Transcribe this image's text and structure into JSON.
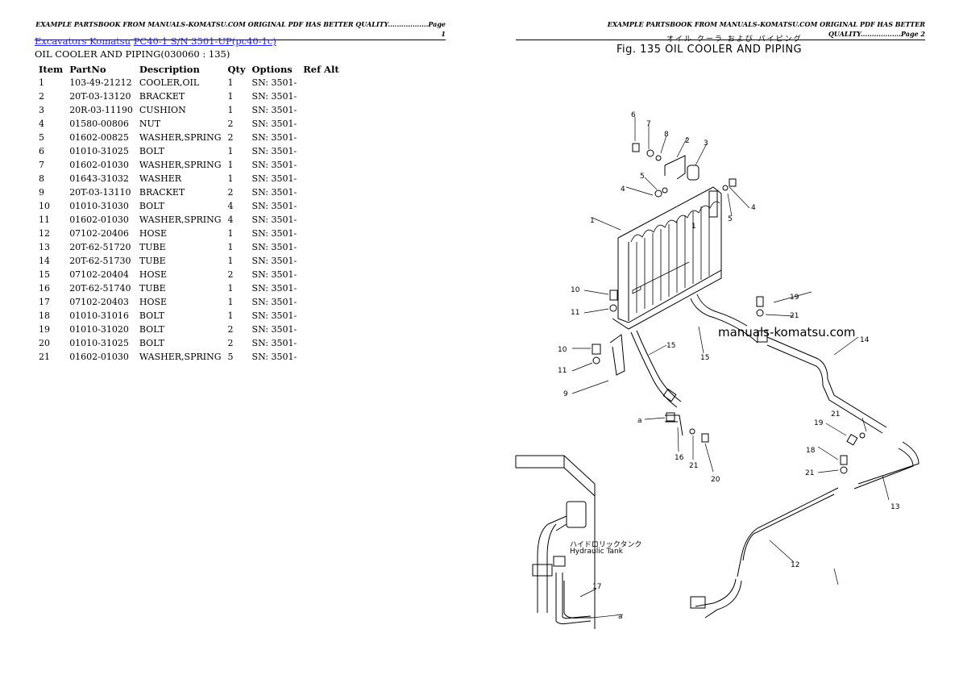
{
  "left_page": {
    "header": "EXAMPLE PARTSBOOK FROM MANUALS-KOMATSU.COM ORIGINAL PDF HAS BETTER QUALITY..................Page 1",
    "breadcrumb": {
      "category": "Excavators Komatsu",
      "model": "PC40-1 S/N 3501-UP(pc40-1c)"
    },
    "section_title": "OIL COOLER AND PIPING(030060 : 135)",
    "columns": [
      "Item",
      "PartNo",
      "Description",
      "Qty",
      "Options",
      "Ref Alt"
    ],
    "rows": [
      [
        "1",
        "103-49-21212",
        "COOLER,OIL",
        "1",
        "SN: 3501-",
        ""
      ],
      [
        "2",
        "20T-03-13120",
        "BRACKET",
        "1",
        "SN: 3501-",
        ""
      ],
      [
        "3",
        "20R-03-11190",
        "CUSHION",
        "1",
        "SN: 3501-",
        ""
      ],
      [
        "4",
        "01580-00806",
        "NUT",
        "2",
        "SN: 3501-",
        ""
      ],
      [
        "5",
        "01602-00825",
        "WASHER,SPRING",
        "2",
        "SN: 3501-",
        ""
      ],
      [
        "6",
        "01010-31025",
        "BOLT",
        "1",
        "SN: 3501-",
        ""
      ],
      [
        "7",
        "01602-01030",
        "WASHER,SPRING",
        "1",
        "SN: 3501-",
        ""
      ],
      [
        "8",
        "01643-31032",
        "WASHER",
        "1",
        "SN: 3501-",
        ""
      ],
      [
        "9",
        "20T-03-13110",
        "BRACKET",
        "2",
        "SN: 3501-",
        ""
      ],
      [
        "10",
        "01010-31030",
        "BOLT",
        "4",
        "SN: 3501-",
        ""
      ],
      [
        "11",
        "01602-01030",
        "WASHER,SPRING",
        "4",
        "SN: 3501-",
        ""
      ],
      [
        "12",
        "07102-20406",
        "HOSE",
        "1",
        "SN: 3501-",
        ""
      ],
      [
        "13",
        "20T-62-51720",
        "TUBE",
        "1",
        "SN: 3501-",
        ""
      ],
      [
        "14",
        "20T-62-51730",
        "TUBE",
        "1",
        "SN: 3501-",
        ""
      ],
      [
        "15",
        "07102-20404",
        "HOSE",
        "2",
        "SN: 3501-",
        ""
      ],
      [
        "16",
        "20T-62-51740",
        "TUBE",
        "1",
        "SN: 3501-",
        ""
      ],
      [
        "17",
        "07102-20403",
        "HOSE",
        "1",
        "SN: 3501-",
        ""
      ],
      [
        "18",
        "01010-31016",
        "BOLT",
        "1",
        "SN: 3501-",
        ""
      ],
      [
        "19",
        "01010-31020",
        "BOLT",
        "2",
        "SN: 3501-",
        ""
      ],
      [
        "20",
        "01010-31025",
        "BOLT",
        "2",
        "SN: 3501-",
        ""
      ],
      [
        "21",
        "01602-01030",
        "WASHER,SPRING",
        "5",
        "SN: 3501-",
        ""
      ]
    ]
  },
  "right_page": {
    "header": "EXAMPLE PARTSBOOK FROM MANUALS-KOMATSU.COM ORIGINAL PDF HAS BETTER QUALITY..................Page 2",
    "figure_title_jp": "オイル クーラ および パイピング",
    "figure_title": "Fig. 135 OIL COOLER AND PIPING",
    "watermark": "manuals-komatsu.com",
    "tank_label_jp": "ハイドロリックタンク",
    "tank_label": "Hydraulic Tank",
    "callouts": [
      "1",
      "2",
      "3",
      "4",
      "5",
      "6",
      "7",
      "8",
      "9",
      "10",
      "11",
      "12",
      "13",
      "14",
      "15",
      "16",
      "17",
      "18",
      "19",
      "20",
      "21",
      "a"
    ]
  }
}
